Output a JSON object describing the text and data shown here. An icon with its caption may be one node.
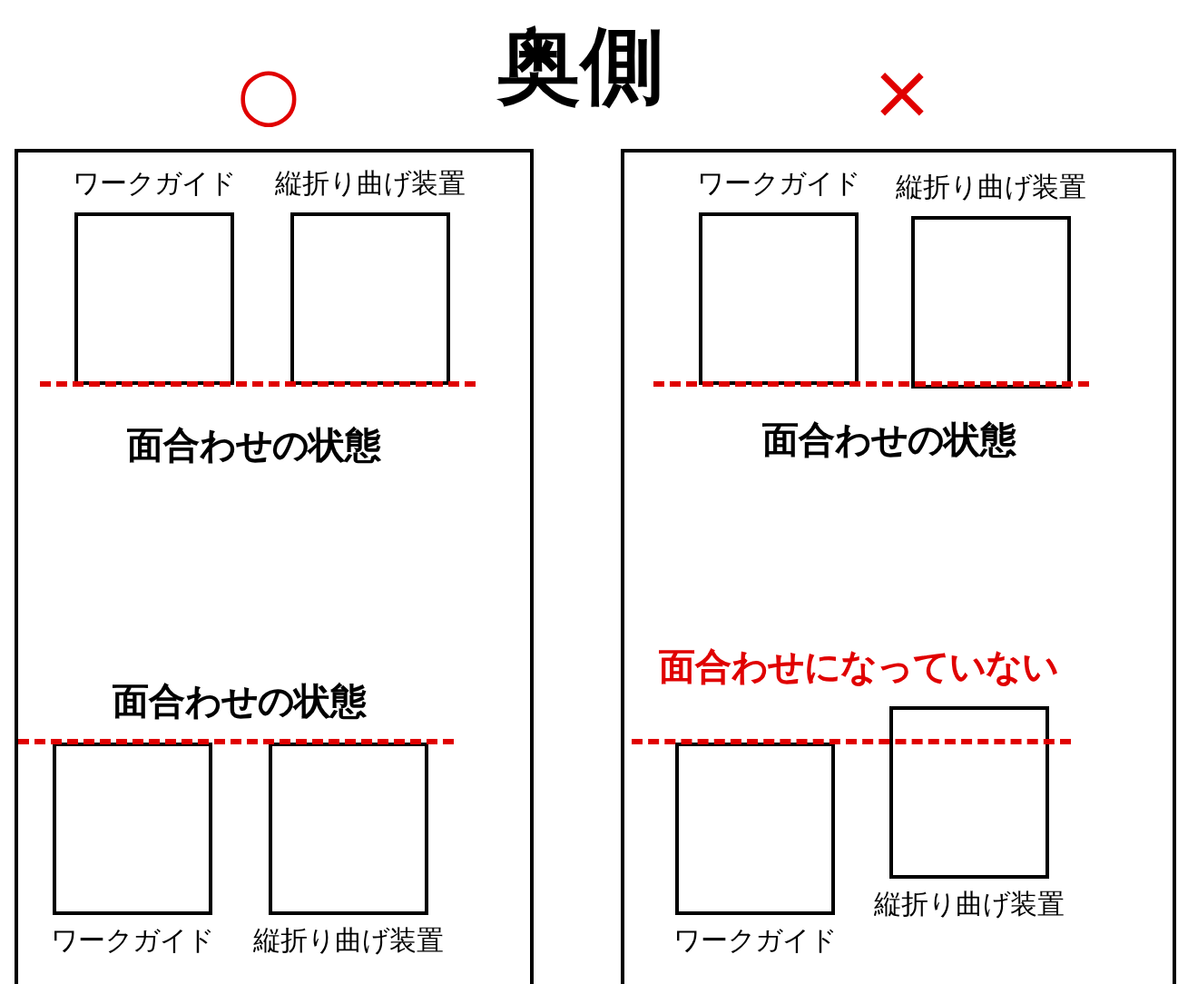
{
  "diagram": {
    "title": "奥側",
    "nodes": [
      {
        "text": [],
        "shape": "box"
      },
      {
        "text": [
          "ワークガイド"
        ],
        "in": 0
      },
      {
        "text": [
          "縦折り曲げ装置"
        ],
        "in": 0
      },
      {
        "text": [
          "ワークガイド"
        ],
        "in": 0
      },
      {
        "text": [
          "縦折り曲げ装置"
        ],
        "in": 0
      },
      {
        "text": [],
        "shape": "box"
      },
      {
        "text": [
          "ワークガイド"
        ],
        "in": 5
      },
      {
        "text": [
          "縦折り曲げ装置"
        ],
        "in": 5
      },
      {
        "text": [
          "ワークガイド"
        ],
        "in": 5
      },
      {
        "text": [
          "縦折り曲げ装置"
        ],
        "in": 5
      }
    ],
    "labels": [
      "○",
      "×",
      "面合わせの状態",
      "面合わせの状態",
      "面合わせの状態",
      "面合わせになっていない"
    ]
  }
}
